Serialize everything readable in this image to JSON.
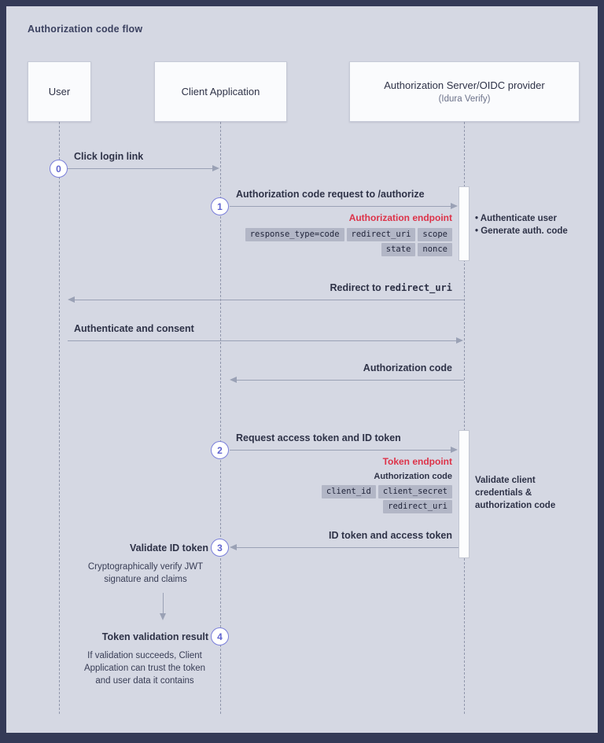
{
  "title": "Authorization code flow",
  "actors": {
    "user": {
      "label": "User"
    },
    "client": {
      "label": "Client Application"
    },
    "auth": {
      "label": "Authorization Server/OIDC provider",
      "sublabel": "(Idura Verify)"
    }
  },
  "messages": {
    "m0": {
      "num": "0",
      "label": "Click login link"
    },
    "m1": {
      "num": "1",
      "label": "Authorization code request to /authorize",
      "endpoint": "Authorization endpoint",
      "chips_row1": [
        "response_type=code",
        "redirect_uri",
        "scope"
      ],
      "chips_row2": [
        "state",
        "nonce"
      ],
      "notes": [
        "Authenticate user",
        "Generate auth. code"
      ]
    },
    "redirect": {
      "prefix": "Redirect to ",
      "code": "redirect_uri"
    },
    "consent": {
      "label": "Authenticate and consent"
    },
    "authcode": {
      "label": "Authorization code"
    },
    "m2": {
      "num": "2",
      "label": "Request access token and ID token",
      "endpoint": "Token endpoint",
      "subheading": "Authorization code",
      "chips_row1": [
        "client_id",
        "client_secret"
      ],
      "chips_row2": [
        "redirect_uri"
      ],
      "server_note": "Validate client credentials & authorization code"
    },
    "m3": {
      "num": "3",
      "arrow_label": "ID token and access token",
      "label": "Validate ID token",
      "note": "Cryptographically verify JWT signature and claims"
    },
    "m4": {
      "num": "4",
      "label": "Token validation result",
      "note": "If validation succeeds, Client Application can trust the token and user data it contains"
    }
  },
  "colors": {
    "frame": "#343a57",
    "background": "#d5d8e3",
    "endpoint_red": "#dd3349",
    "step_purple": "#5f63cf",
    "arrow_grey": "#9aa1b5",
    "chip_bg": "#b2b6c6",
    "text_dark": "#2e3247"
  }
}
